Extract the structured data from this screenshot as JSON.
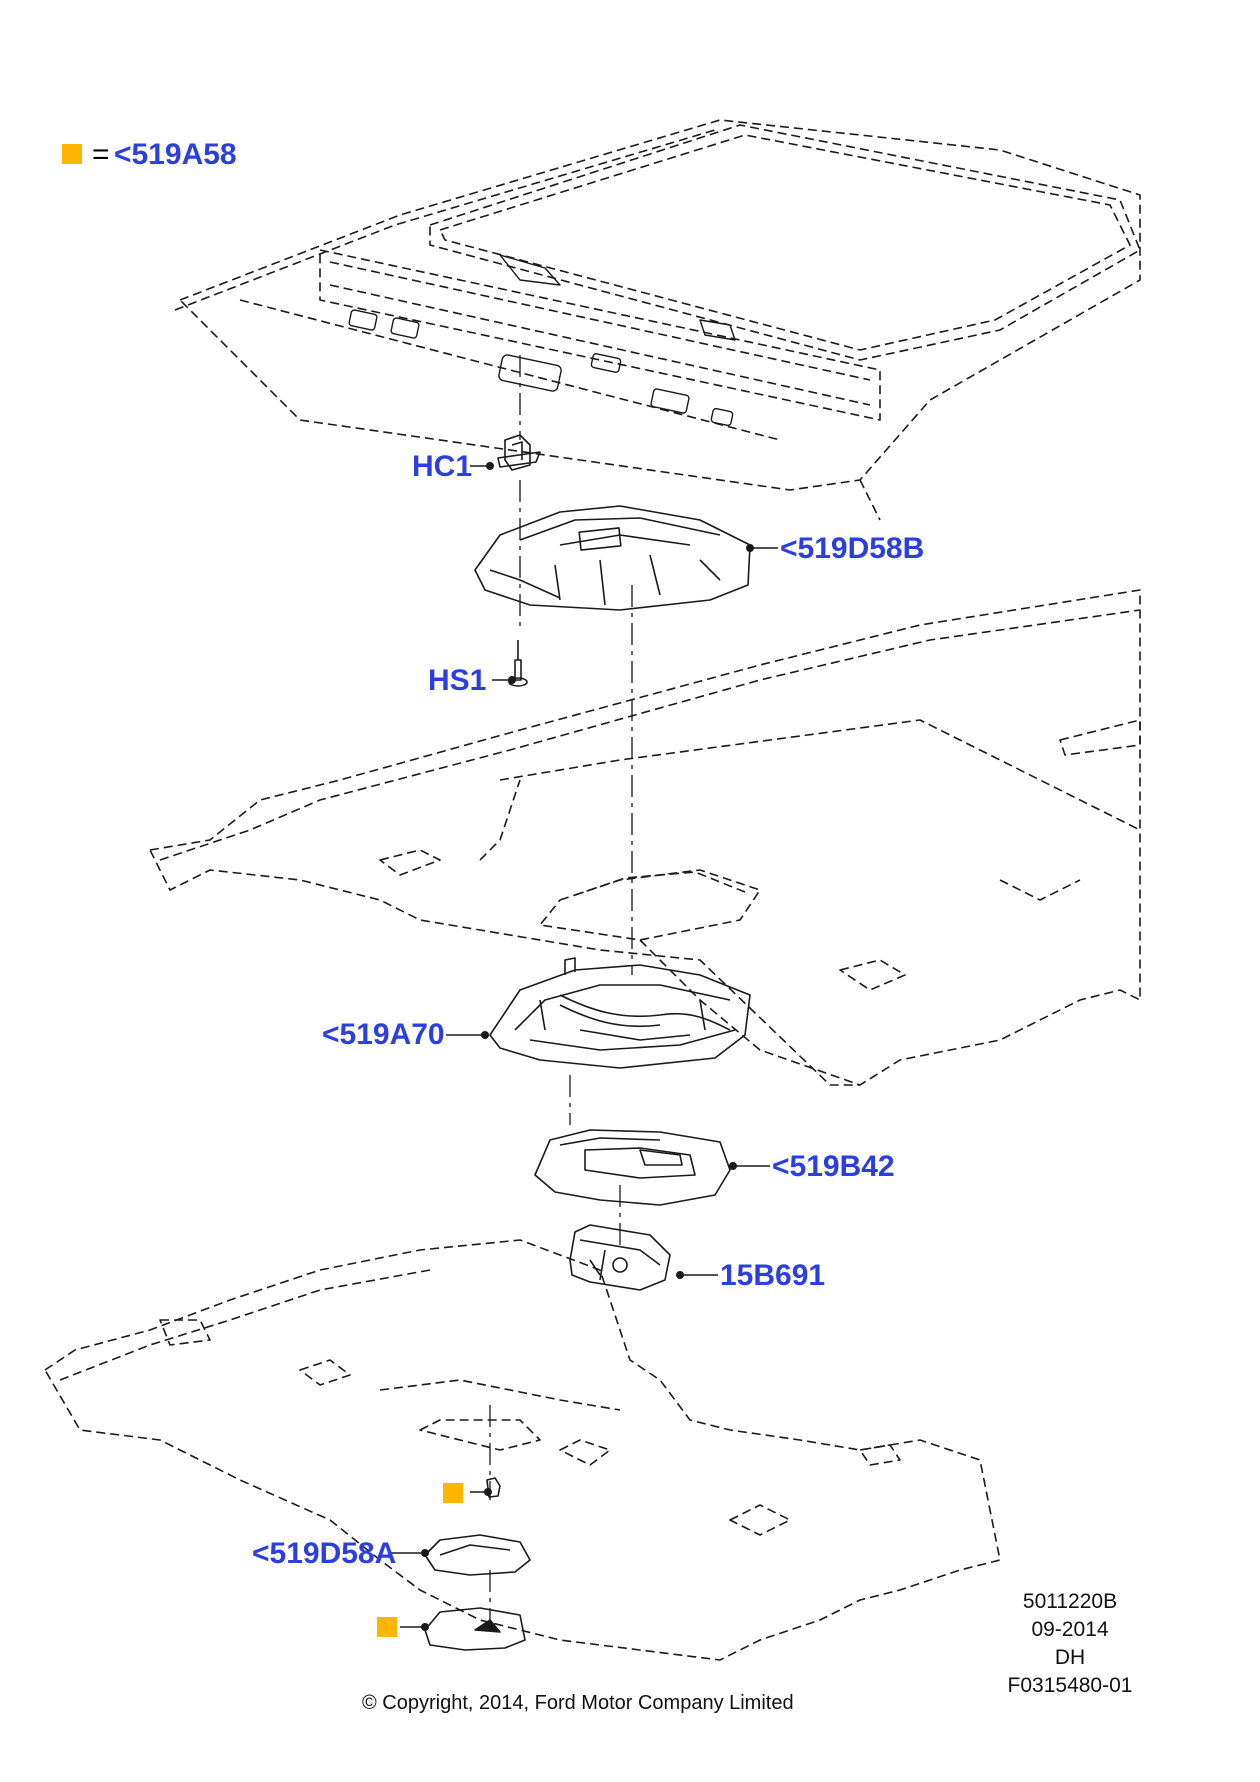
{
  "colors": {
    "callout": "#2b3fe0",
    "swatch": "#ffb400",
    "line": "#1a1a1a"
  },
  "legend": {
    "equals": "=",
    "part": "<519A58"
  },
  "callouts": {
    "hc1": "HC1",
    "p519d58b": "<519D58B",
    "hs1": "HS1",
    "p519a70": "<519A70",
    "p519b42": "<519B42",
    "p15b691": "15B691",
    "p519d58a": "<519D58A"
  },
  "meta": {
    "ref": "5011220B",
    "date": "09-2014",
    "author": "DH",
    "figure": "F0315480-01"
  },
  "copyright": "© Copyright, 2014, Ford Motor Company Limited"
}
